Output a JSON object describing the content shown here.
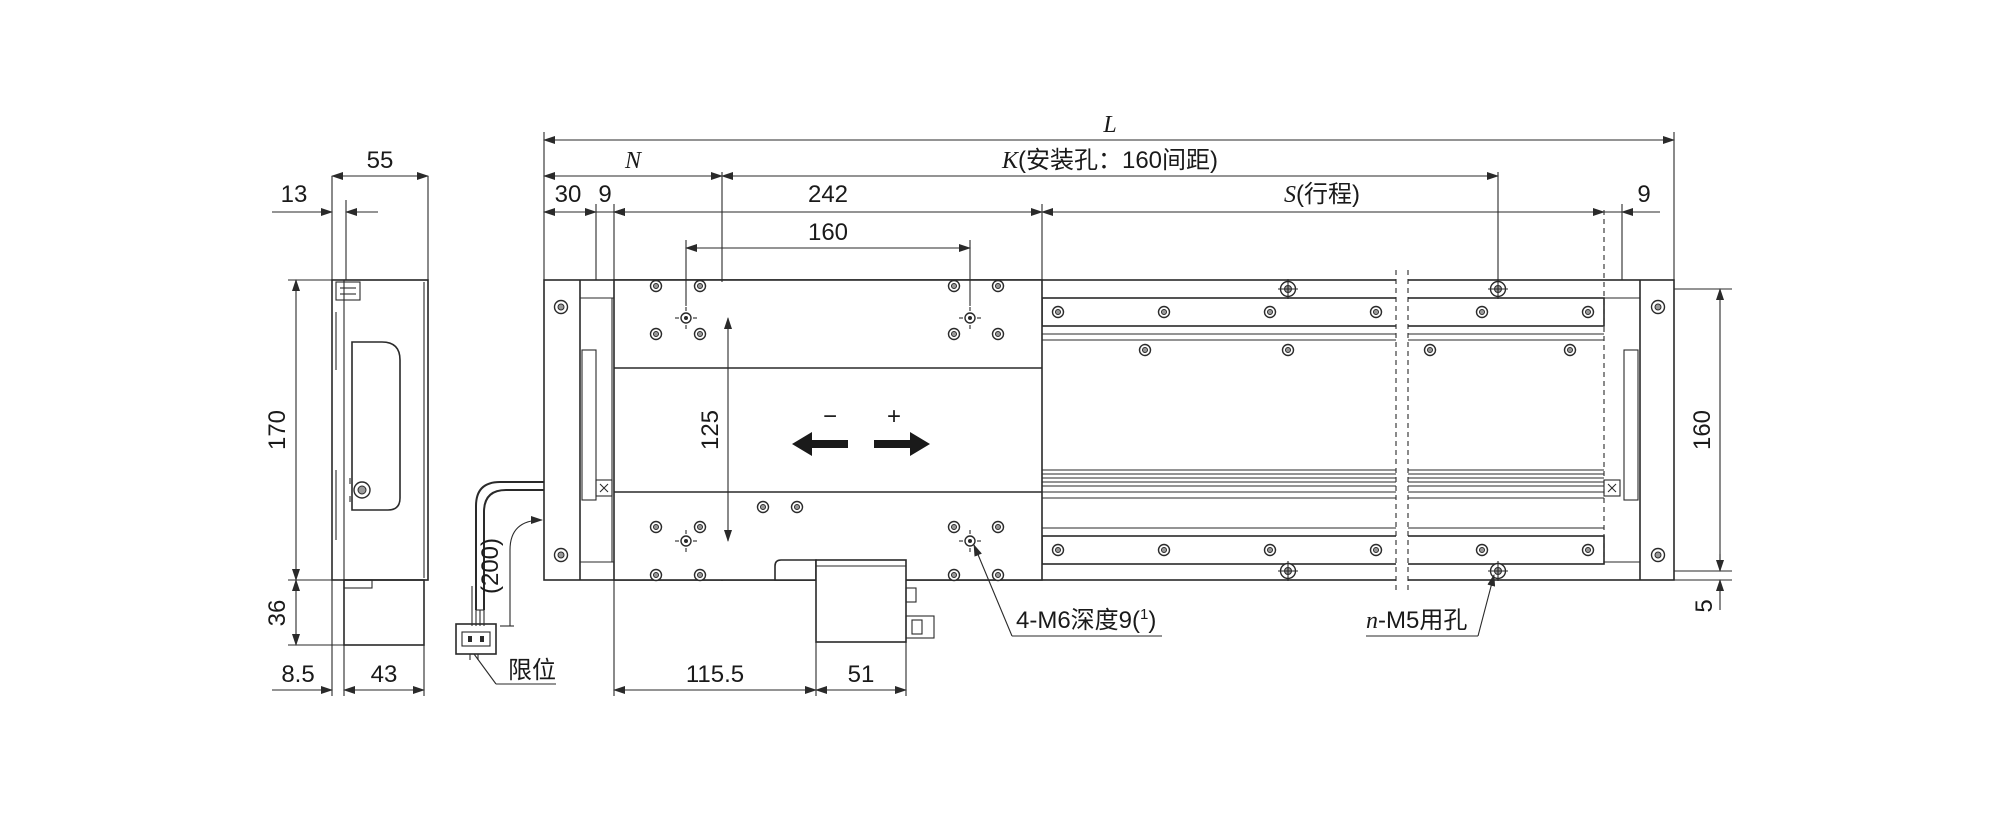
{
  "side_view": {
    "dims": {
      "width_top": "55",
      "offset_left": "13",
      "height": "170",
      "base_height": "36",
      "base_offset": "8.5",
      "base_width": "43"
    },
    "connector_label": "限位",
    "cable_length": "(200)"
  },
  "top_view": {
    "dims": {
      "total_length": "L",
      "n_prefix": "N",
      "k_prefix": "K",
      "k_suffix": "(安装孔：160间距)",
      "end_offset": "30",
      "gap_left": "9",
      "table_length": "242",
      "s_prefix": "S",
      "s_suffix": "(行程)",
      "gap_right": "9",
      "hole_pitch": "160",
      "hole_span": "125",
      "width": "160",
      "bottom_offset": "5",
      "motor_offset": "115.5",
      "motor_width": "51"
    },
    "arrow_minus": "−",
    "arrow_plus": "+",
    "callout_tapped": "4-M6深度9(",
    "callout_tapped_note": "1",
    "callout_tapped_close": ")",
    "callout_holes_prefix": "n",
    "callout_holes_suffix": "-M5用孔"
  }
}
